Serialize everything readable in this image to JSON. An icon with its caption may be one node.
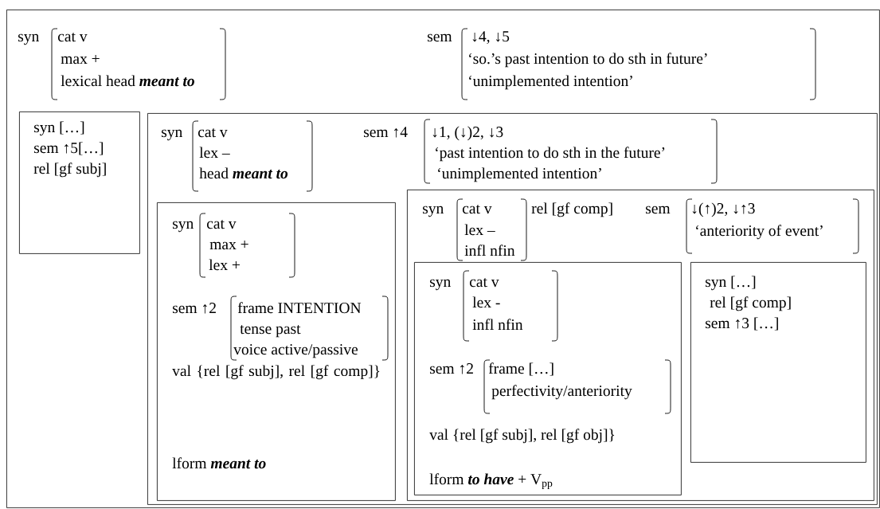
{
  "diagram": {
    "nodes": [
      {
        "text": [
          "syn",
          "cat v",
          "max +",
          "lexical head **meant to**",
          "sem",
          "↓4, ↓5",
          "‘so.’s past intention to do sth in future’",
          "‘unimplemented intention’"
        ]
      },
      {
        "text": [
          "syn […]",
          "sem ↑5[…]",
          "rel [gf subj]"
        ],
        "in": 0
      },
      {
        "text": [
          "syn",
          "cat v",
          "lex –",
          "head **meant to**",
          "sem ↑4",
          "↓1, (↓)2, ↓3",
          "‘past intention to do sth in the future’",
          "‘unimplemented intention’"
        ],
        "in": 0
      },
      {
        "text": [
          "syn",
          "cat v",
          "max +",
          "lex +",
          "sem ↑2",
          "frame INTENTION",
          "tense past",
          "voice active/passive",
          "val {rel [gf subj], rel [gf comp]}",
          "lform **meant to**"
        ],
        "in": 2
      },
      {
        "text": [
          "syn",
          "cat v",
          "lex –",
          "infl nfin",
          "rel [gf comp]",
          "sem",
          "↓(↑)2, ↓↑3",
          "‘anteriority of event’"
        ],
        "in": 2
      },
      {
        "text": [
          "syn",
          "cat v",
          "lex -",
          "infl nfin",
          "sem ↑2",
          "frame […]",
          "perfectivity/anteriority",
          "val {rel [gf subj], rel [gf obj]}",
          "lform **to have** + V$_{pp}$"
        ],
        "in": 4
      },
      {
        "text": [
          "syn […]",
          "rel [gf comp]",
          "sem ↑3 […]"
        ],
        "in": 4
      }
    ]
  }
}
